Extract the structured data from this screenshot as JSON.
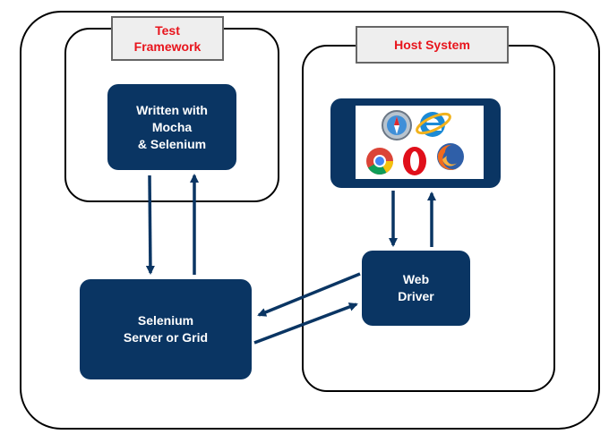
{
  "colors": {
    "node_fill": "#0a3563",
    "node_text": "#ffffff",
    "tab_text": "#e8141c",
    "tab_fill": "#eeeeee",
    "arrow": "#0a3563"
  },
  "test_framework": {
    "tab_label": "Test\nFramework",
    "node_label": "Written with\nMocha\n& Selenium"
  },
  "host_system": {
    "tab_label": "Host System",
    "browsers": [
      "safari-icon",
      "internet-explorer-icon",
      "chrome-icon",
      "opera-icon",
      "firefox-icon"
    ],
    "webdriver_label": "Web\nDriver"
  },
  "server": {
    "label": "Selenium\nServer or Grid"
  }
}
